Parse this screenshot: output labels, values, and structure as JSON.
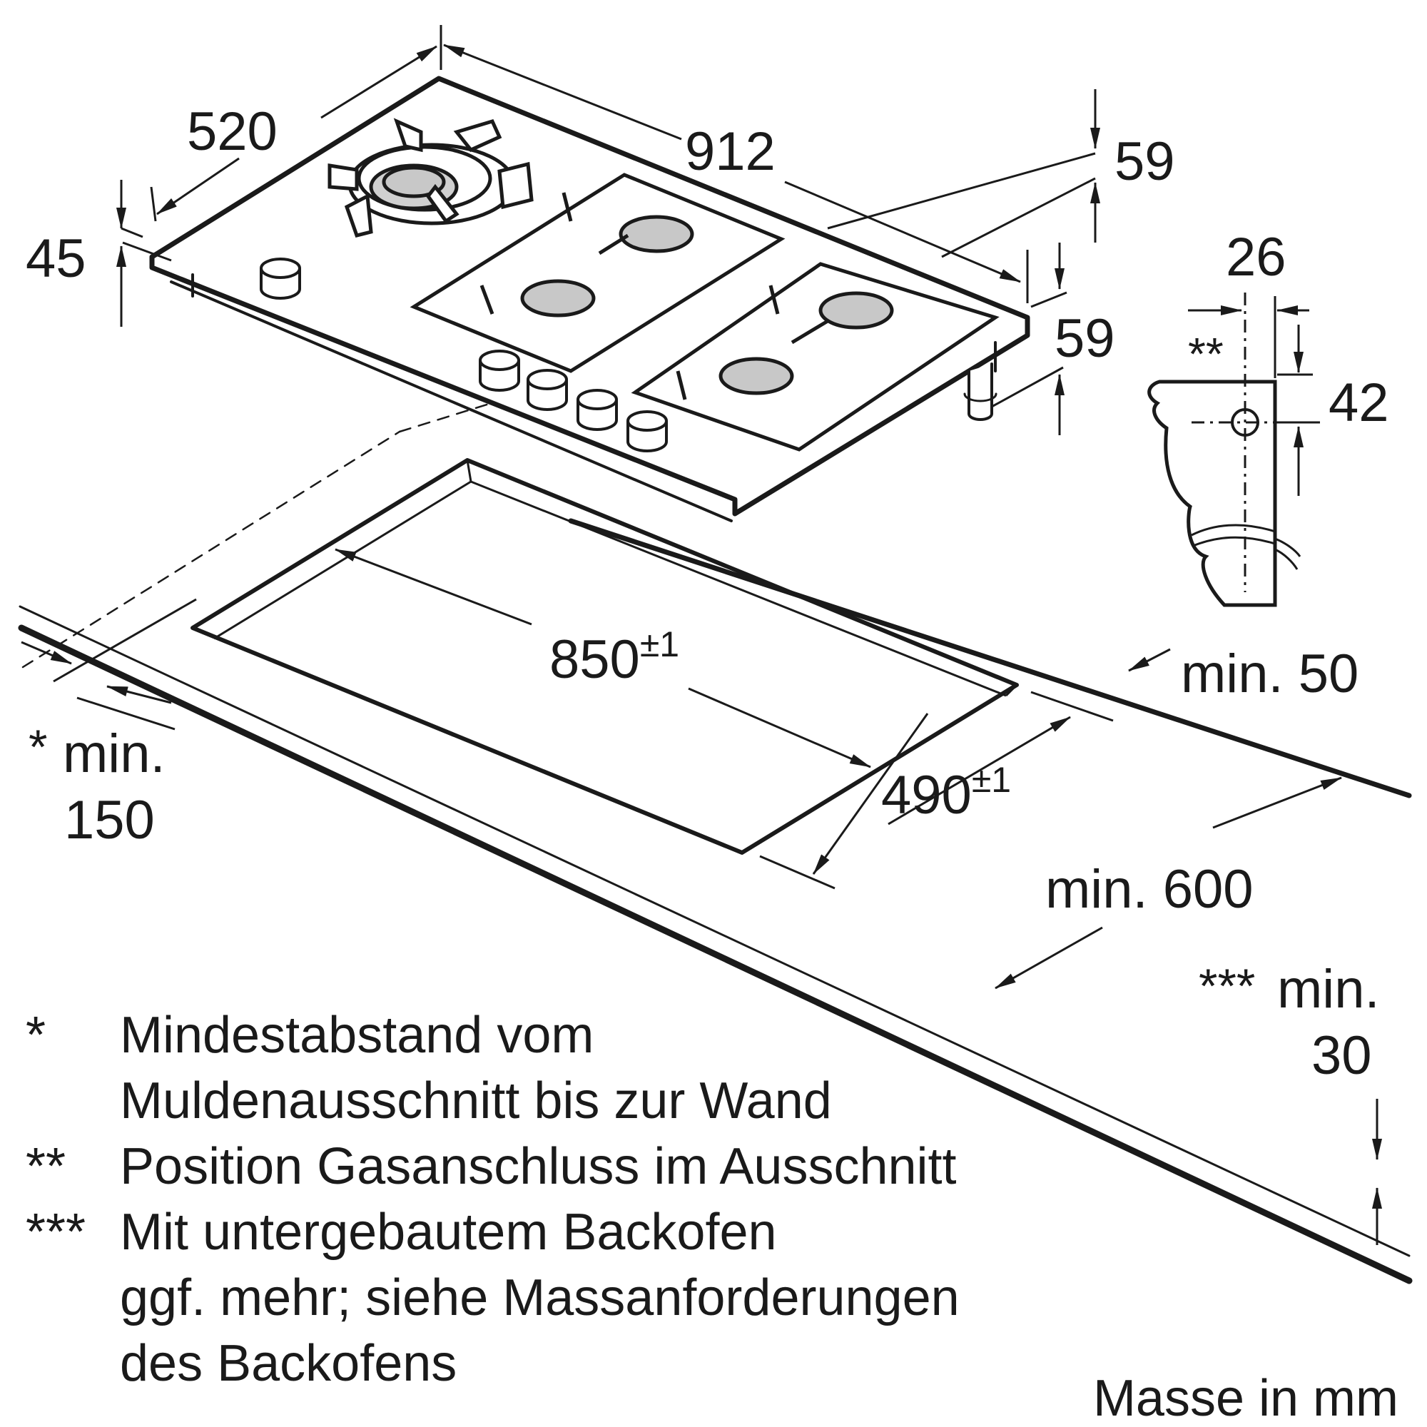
{
  "dimensions": {
    "width_520": "520",
    "length_912": "912",
    "height_45": "45",
    "top_59": "59",
    "right_59": "59",
    "gas_26": "26",
    "gas_42": "42",
    "gas_marker": "**",
    "cutout_length": "850",
    "cutout_length_tol": "±1",
    "cutout_depth": "490",
    "cutout_depth_tol": "±1",
    "rear_min": "min. 50",
    "front_marker": "*",
    "front_min_label": "min.",
    "front_min_value": "150",
    "depth_min": "min. 600",
    "thickness_marker": "***",
    "thickness_min_label": "min.",
    "thickness_min_value": "30"
  },
  "legend": [
    {
      "mark": "*",
      "lines": [
        "Mindestabstand vom",
        "Muldenausschnitt bis zur Wand"
      ]
    },
    {
      "mark": "**",
      "lines": [
        "Position Gasanschluss im Ausschnitt"
      ]
    },
    {
      "mark": "***",
      "lines": [
        "Mit untergebautem Backofen",
        "ggf. mehr; siehe Massanforderungen",
        "des Backofens"
      ]
    }
  ],
  "units": "Masse in mm",
  "colors": {
    "line": "#1a1a1a",
    "burner": "#c8c8c8",
    "background": "#ffffff"
  }
}
